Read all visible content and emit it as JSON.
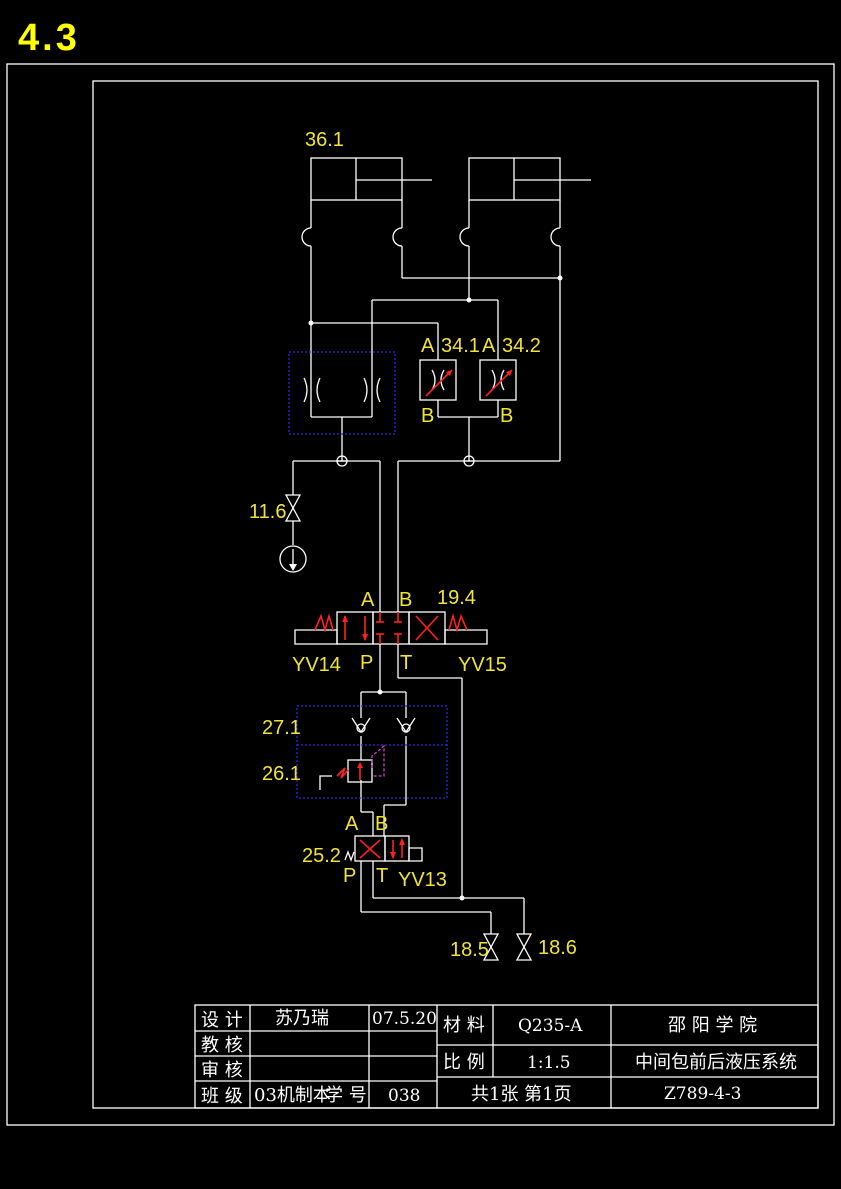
{
  "heading": "4.3",
  "components": {
    "cyl": "36.1",
    "flow1": "34.1",
    "flow2": "34.2",
    "port_a": "A",
    "port_b": "B",
    "port_p": "P",
    "port_t": "T",
    "valve_116": "11.6",
    "dir_valve": "19.4",
    "sol_yv14": "YV14",
    "sol_yv15": "YV15",
    "check": "27.1",
    "relief": "26.1",
    "dir_small": "25.2",
    "sol_yv13": "YV13",
    "valve_185": "18.5",
    "valve_186": "18.6"
  },
  "title_block": {
    "design_label": "设 计",
    "designer": "苏乃瑞",
    "date": "07.5.20",
    "teach_check_label": "教 核",
    "review_label": "审 核",
    "class_label": "班 级",
    "class_value": "03机制本",
    "student_no_label": "学 号",
    "student_no": "038",
    "material_label": "材 料",
    "material": "Q235-A",
    "scale_label": "比 例",
    "scale": "1:1.5",
    "sheets": "共1张 第1页",
    "school": "邵 阳 学 院",
    "drawing_title": "中间包前后液压系统",
    "drawing_no": "Z789-4-3"
  }
}
